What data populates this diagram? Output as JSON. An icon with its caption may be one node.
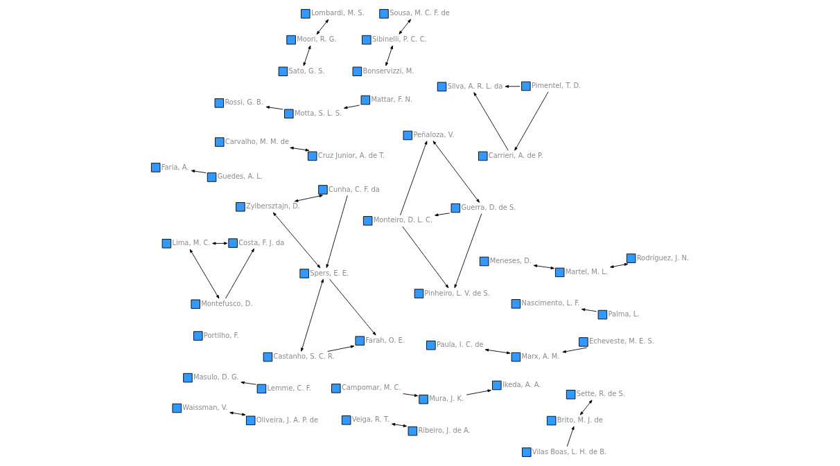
{
  "diagram": {
    "nodes": [
      {
        "text": [
          "Portilho, F."
        ]
      },
      {
        "text": [
          "Carvalho, M. M. de"
        ]
      },
      {
        "text": [
          "Cruz Junior, A. de T."
        ]
      },
      {
        "text": [
          "Faria, A."
        ]
      },
      {
        "text": [
          "Guedes, A. L."
        ]
      },
      {
        "text": [
          "Zylbersztajn, D."
        ]
      },
      {
        "text": [
          "Spers, E. E."
        ]
      },
      {
        "text": [
          "Farah, O. E."
        ]
      },
      {
        "text": [
          "Cunha, C. F. da"
        ]
      },
      {
        "text": [
          "Castanho, S. C. R."
        ]
      },
      {
        "text": [
          "Moori, R. G."
        ]
      },
      {
        "text": [
          "Lombardi, M. S."
        ]
      },
      {
        "text": [
          "Sato, G. S."
        ]
      },
      {
        "text": [
          "Waissman, V."
        ]
      },
      {
        "text": [
          "Oliveira, J. A. P. de"
        ]
      },
      {
        "text": [
          "Masulo, D. G."
        ]
      },
      {
        "text": [
          "Lemme, C. F."
        ]
      },
      {
        "text": [
          "Veiga, R. T."
        ]
      },
      {
        "text": [
          "Ribeiro, J. de A."
        ]
      },
      {
        "text": [
          "Paula, I. C. de"
        ]
      },
      {
        "text": [
          "Echeveste, M. E. S."
        ]
      },
      {
        "text": [
          "Marx, A. M."
        ]
      },
      {
        "text": [
          "Monteiro, D. L. C."
        ]
      },
      {
        "text": [
          "Guerra, D. de S."
        ]
      },
      {
        "text": [
          "Pinheiro, L. V. de S."
        ]
      },
      {
        "text": [
          "Peñaloza, V."
        ]
      },
      {
        "text": [
          "Campomar, M. C."
        ]
      },
      {
        "text": [
          "Ikeda, A. A."
        ]
      },
      {
        "text": [
          "Mura, J. K."
        ]
      },
      {
        "text": [
          "Lima, M. C."
        ]
      },
      {
        "text": [
          "Costa, F. J. da"
        ]
      },
      {
        "text": [
          "Montefusco, D."
        ]
      },
      {
        "text": [
          "Silva, A. R. L. da"
        ]
      },
      {
        "text": [
          "Pimentel, T. D."
        ]
      },
      {
        "text": [
          "Carrieri, A. de P."
        ]
      },
      {
        "text": [
          "Brito, M. J. de"
        ]
      },
      {
        "text": [
          "Sette, R. de S."
        ]
      },
      {
        "text": [
          "Vilas Boas, L. H. de B."
        ]
      },
      {
        "text": [
          "Nascimento, L. F."
        ]
      },
      {
        "text": [
          "Palma, L."
        ]
      },
      {
        "text": [
          "Meneses, D."
        ]
      },
      {
        "text": [
          "Rodríguez, J. N."
        ]
      },
      {
        "text": [
          "Martel, M. L."
        ]
      },
      {
        "text": [
          "Sibinelli, P. C. C."
        ]
      },
      {
        "text": [
          "Sousa, M. C. F. de"
        ]
      },
      {
        "text": [
          "Bonservizzi, M."
        ]
      },
      {
        "text": [
          "Rossi, G. B."
        ]
      },
      {
        "text": [
          "Mattar, F. N."
        ]
      },
      {
        "text": [
          "Motta, S. L. S."
        ]
      }
    ],
    "edges": [
      {
        "from": 1,
        "to": 2,
        "arrow": "both"
      },
      {
        "from": 4,
        "to": 3,
        "arrow": "to"
      },
      {
        "from": 5,
        "to": 6,
        "arrow": "both"
      },
      {
        "from": 5,
        "to": 8,
        "arrow": "both"
      },
      {
        "from": 8,
        "to": 6,
        "arrow": "to"
      },
      {
        "from": 6,
        "to": 7,
        "arrow": "to"
      },
      {
        "from": 9,
        "to": 7,
        "arrow": "to"
      },
      {
        "from": 6,
        "to": 9,
        "arrow": "both"
      },
      {
        "from": 11,
        "to": 10,
        "arrow": "both"
      },
      {
        "from": 10,
        "to": 12,
        "arrow": "both"
      },
      {
        "from": 13,
        "to": 14,
        "arrow": "both"
      },
      {
        "from": 16,
        "to": 15,
        "arrow": "to"
      },
      {
        "from": 17,
        "to": 18,
        "arrow": "both"
      },
      {
        "from": 19,
        "to": 21,
        "arrow": "both"
      },
      {
        "from": 20,
        "to": 21,
        "arrow": "to"
      },
      {
        "from": 23,
        "to": 22,
        "arrow": "to"
      },
      {
        "from": 23,
        "to": 24,
        "arrow": "to"
      },
      {
        "from": 23,
        "to": 25,
        "arrow": "both"
      },
      {
        "from": 22,
        "to": 24,
        "arrow": "to"
      },
      {
        "from": 22,
        "to": 25,
        "arrow": "to"
      },
      {
        "from": 26,
        "to": 28,
        "arrow": "to"
      },
      {
        "from": 28,
        "to": 27,
        "arrow": "to"
      },
      {
        "from": 29,
        "to": 30,
        "arrow": "both"
      },
      {
        "from": 29,
        "to": 31,
        "arrow": "both"
      },
      {
        "from": 31,
        "to": 30,
        "arrow": "to"
      },
      {
        "from": 33,
        "to": 32,
        "arrow": "to"
      },
      {
        "from": 34,
        "to": 32,
        "arrow": "to"
      },
      {
        "from": 33,
        "to": 34,
        "arrow": "to"
      },
      {
        "from": 35,
        "to": 36,
        "arrow": "both"
      },
      {
        "from": 37,
        "to": 35,
        "arrow": "to"
      },
      {
        "from": 39,
        "to": 38,
        "arrow": "to"
      },
      {
        "from": 40,
        "to": 42,
        "arrow": "both"
      },
      {
        "from": 41,
        "to": 42,
        "arrow": "both"
      },
      {
        "from": 43,
        "to": 45,
        "arrow": "both"
      },
      {
        "from": 43,
        "to": 44,
        "arrow": "both"
      },
      {
        "from": 48,
        "to": 46,
        "arrow": "to"
      },
      {
        "from": 47,
        "to": 48,
        "arrow": "to"
      }
    ]
  }
}
